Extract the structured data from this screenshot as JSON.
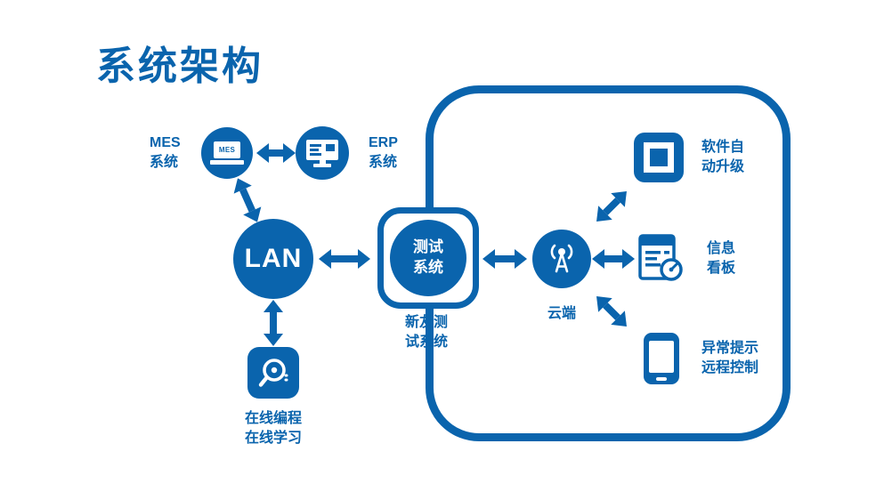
{
  "colors": {
    "primary": "#0a64ad",
    "background": "#ffffff",
    "icon_foreground": "#ffffff"
  },
  "title": "系统架构",
  "nodes": {
    "mes": {
      "label": "MES\n系统",
      "screen_text": "MES",
      "icon": "laptop-icon"
    },
    "erp": {
      "label": "ERP\n系统",
      "icon": "desktop-monitor-icon"
    },
    "lan": {
      "label": "LAN"
    },
    "test": {
      "circle_text": "测试\n系统",
      "caption": "新友测\n试系统"
    },
    "cloud": {
      "label": "云端",
      "icon": "broadcast-antenna-icon"
    },
    "upgrade": {
      "label": "软件自\n动升级",
      "icon": "stamp-icon"
    },
    "board": {
      "label": "信息\n看板",
      "icon": "dashboard-icon"
    },
    "phone": {
      "label": "异常提示\n远程控制",
      "icon": "smartphone-icon"
    },
    "online": {
      "label": "在线编程\n在线学习",
      "icon": "magnifier-disk-icon"
    }
  }
}
